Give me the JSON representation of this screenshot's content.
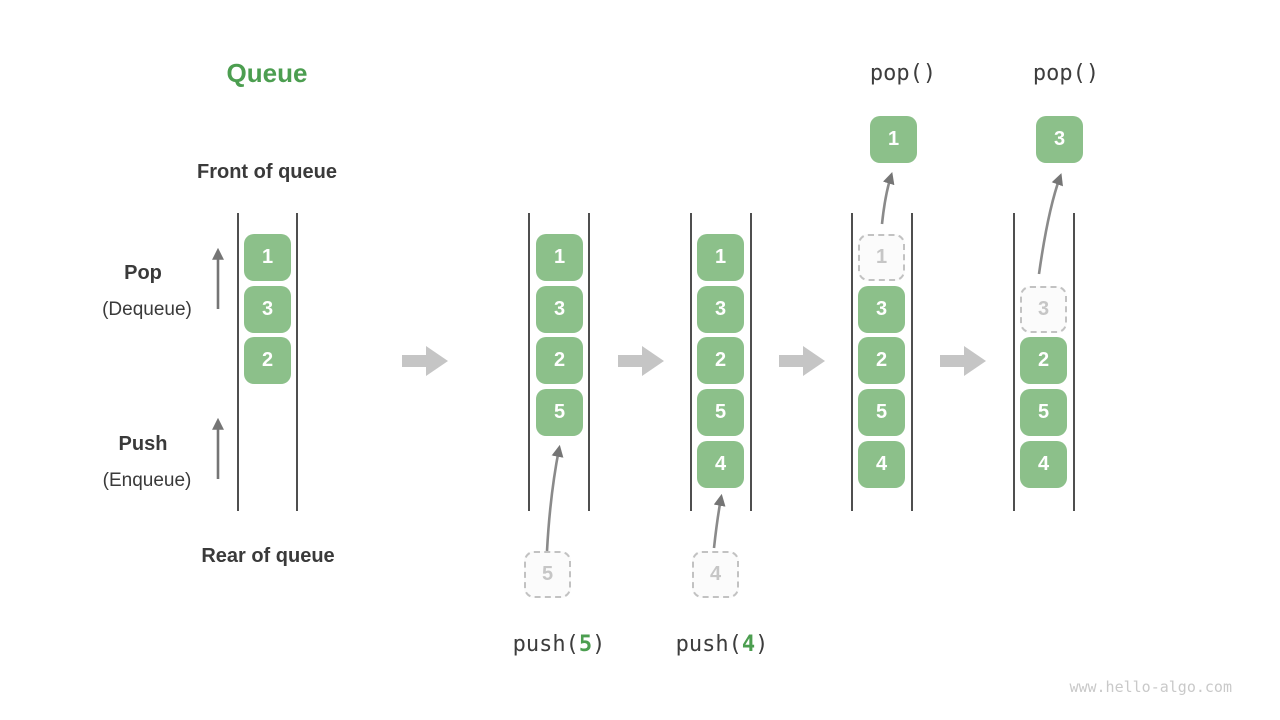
{
  "title": "Queue",
  "side_labels": {
    "front_of_queue": "Front of queue",
    "rear_of_queue": "Rear of queue",
    "pop_title": "Pop",
    "pop_subtitle": "(Dequeue)",
    "push_title": "Push",
    "push_subtitle": "(Enqueue)"
  },
  "states": [
    {
      "slots": [
        "1",
        "3",
        "2"
      ]
    },
    {
      "slots": [
        "1",
        "3",
        "2",
        "5"
      ]
    },
    {
      "slots": [
        "1",
        "3",
        "2",
        "5",
        "4"
      ]
    },
    {
      "ghost": "1",
      "slots": [
        "3",
        "2",
        "5",
        "4"
      ]
    },
    {
      "ghost": "3",
      "slots": [
        "2",
        "5",
        "4"
      ]
    }
  ],
  "operations": {
    "push5": {
      "label": "push(",
      "arg": "5",
      "close": ")",
      "pending": "5"
    },
    "push4": {
      "label": "push(",
      "arg": "4",
      "close": ")",
      "pending": "4"
    },
    "pop1": {
      "label": "pop()",
      "popped": "1"
    },
    "pop3": {
      "label": "pop()",
      "popped": "3"
    }
  },
  "watermark": "www.hello-algo.com",
  "colors": {
    "accent_green": "#4C9E50",
    "box_green": "#8CC08A",
    "label_dark": "#3A3A3A",
    "thin_arrow_gray": "#757575",
    "block_arrow_gray": "#C5C5C5",
    "dashed_gray": "#C2C2C2"
  }
}
